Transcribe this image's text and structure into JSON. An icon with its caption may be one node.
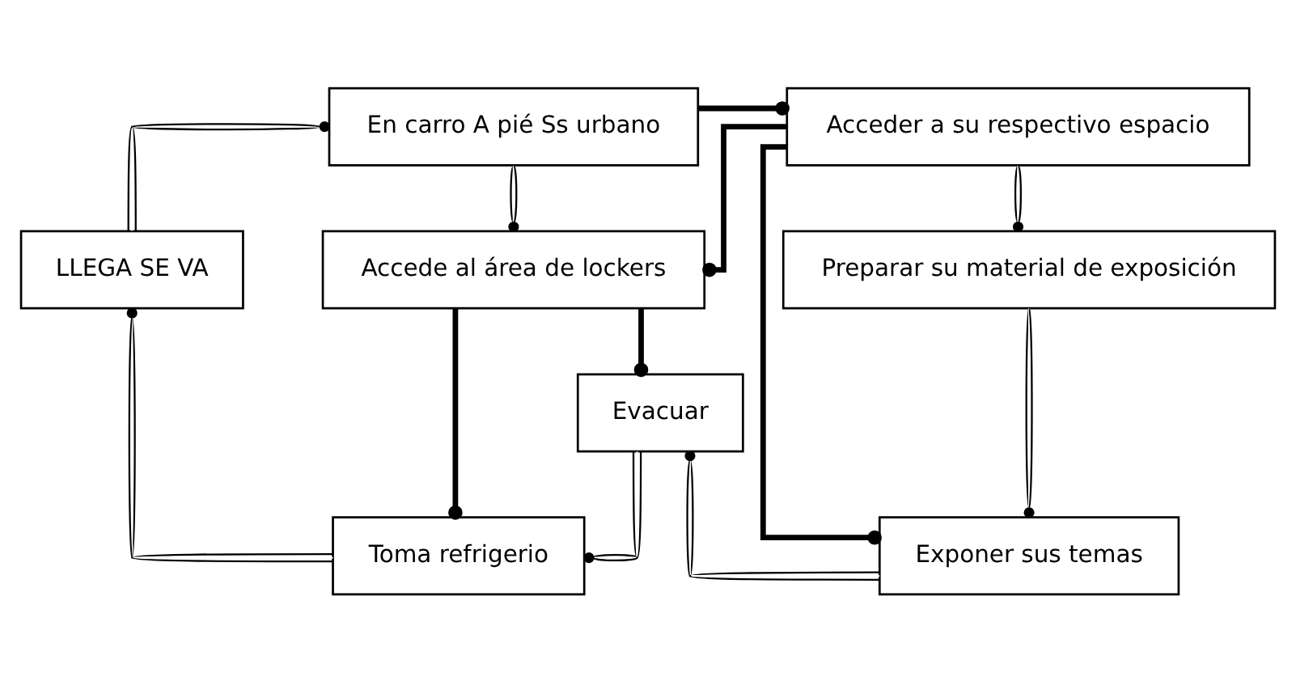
{
  "diagram": {
    "nodes": [
      {
        "text": [
          "En carro A pié Ss urbano"
        ]
      },
      {
        "text": [
          "LLEGA SE VA"
        ]
      },
      {
        "text": [
          "Acceder a su respectivo espacio"
        ]
      },
      {
        "text": [
          "Accede al área de lockers"
        ]
      },
      {
        "text": [
          "Preparar su material de exposición"
        ]
      },
      {
        "text": [
          "Toma refrigerio"
        ]
      },
      {
        "text": [
          "Exponer sus temas"
        ]
      },
      {
        "text": [
          "Evacuar"
        ]
      }
    ],
    "edges": [
      {
        "from": 0,
        "to": 2,
        "arrow": "other",
        "style": "thick"
      },
      {
        "from": 1,
        "to": 0,
        "arrow": "other"
      },
      {
        "from": 0,
        "to": 3,
        "arrow": "other"
      },
      {
        "from": 2,
        "to": 3,
        "arrow": "other",
        "style": "thick"
      },
      {
        "from": 2,
        "to": 4,
        "arrow": "other"
      },
      {
        "from": 2,
        "to": 6,
        "arrow": "other",
        "style": "thick"
      },
      {
        "from": 4,
        "to": 6,
        "arrow": "other"
      },
      {
        "from": 5,
        "to": 1,
        "arrow": "other"
      },
      {
        "from": 3,
        "to": 5,
        "arrow": "other",
        "style": "thick"
      },
      {
        "from": 3,
        "to": 7,
        "arrow": "other",
        "style": "thick"
      },
      {
        "from": 7,
        "to": 5,
        "arrow": "other"
      },
      {
        "from": 6,
        "to": 7,
        "arrow": "other"
      }
    ]
  }
}
